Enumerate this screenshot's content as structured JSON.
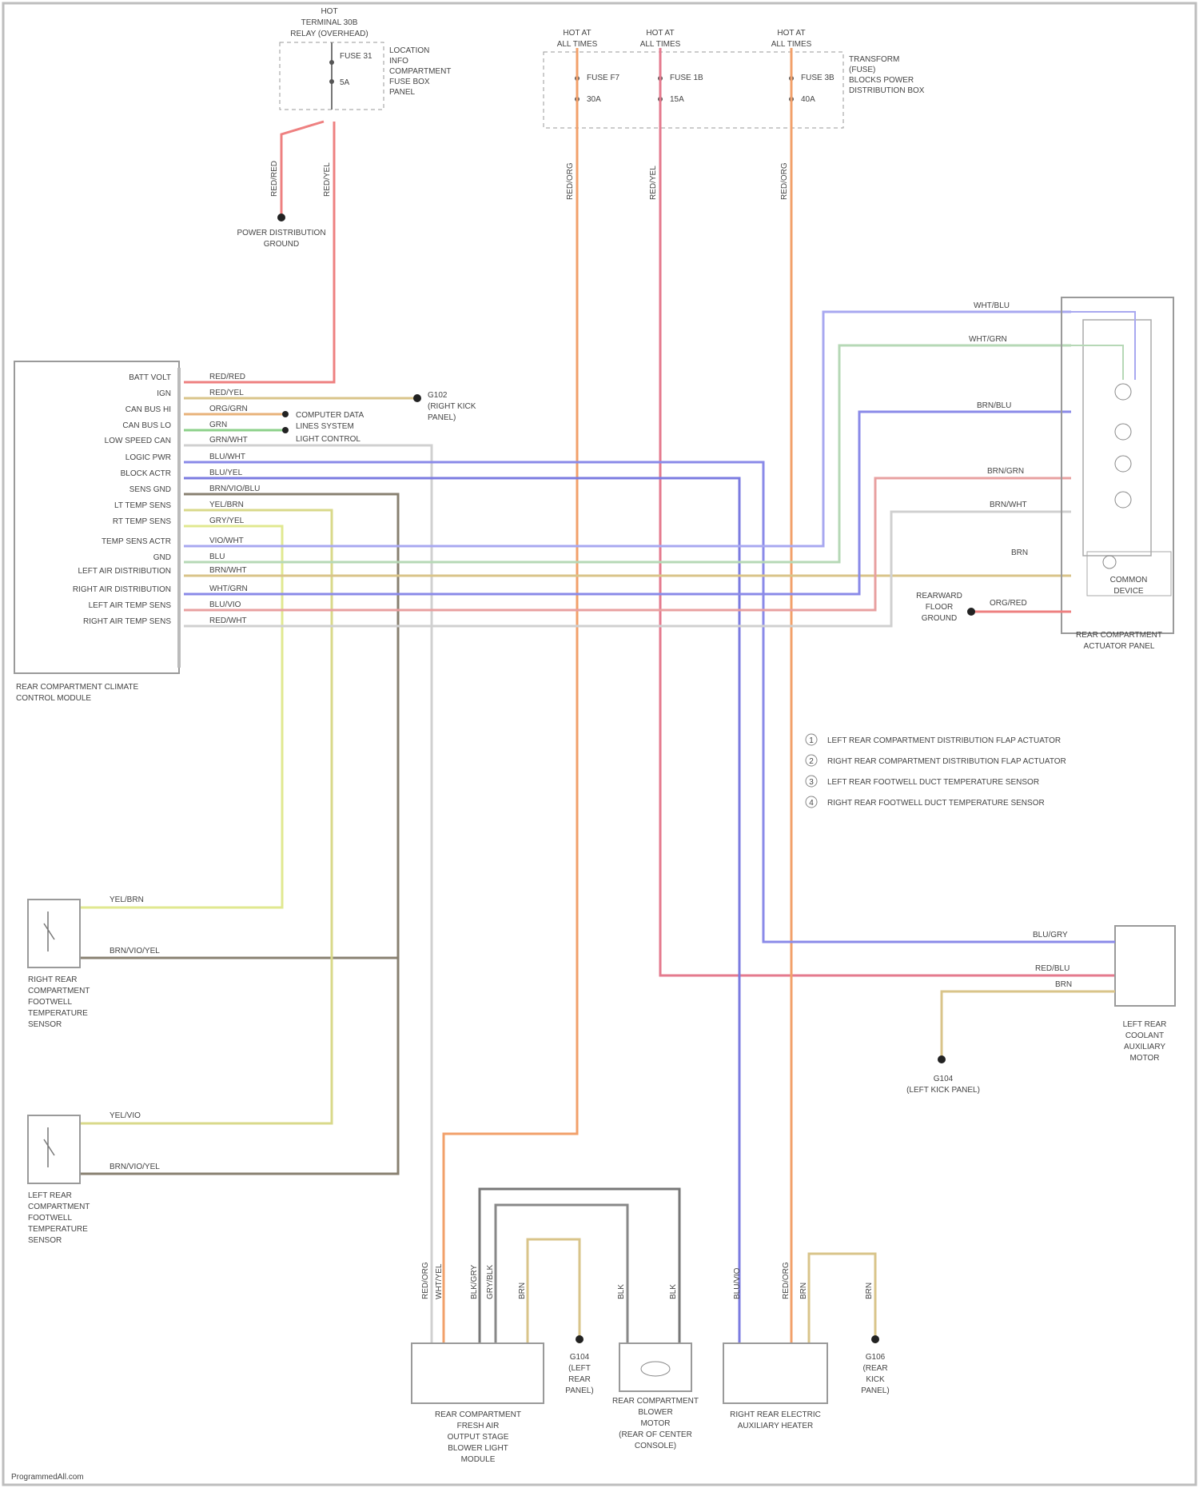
{
  "diagram": {
    "top_relay_box": {
      "title_lines": [
        "HOT",
        "TERMINAL 30B",
        "RELAY (OVERHEAD)"
      ],
      "fuse_lines": [
        "FUSE 31",
        "5A"
      ],
      "note_lines": [
        "LOCATION",
        "INFO",
        "COMPARTMENT",
        "FUSE BOX",
        "PANEL"
      ],
      "ground_lines": [
        "POWER DISTRIBUTION",
        "GROUND"
      ]
    },
    "top_fuses": [
      {
        "title_lines": [
          "HOT AT",
          "ALL TIMES"
        ],
        "fuse": "FUSE F7",
        "amps": "30A",
        "wire": "RED/ORG"
      },
      {
        "title_lines": [
          "HOT AT",
          "ALL TIMES"
        ],
        "fuse": "FUSE 1B",
        "amps": "15A",
        "wire": "RED/YEL"
      },
      {
        "title_lines": [
          "HOT AT",
          "ALL TIMES"
        ],
        "fuse": "FUSE 3B",
        "amps": "40A",
        "wire": "RED/ORG"
      }
    ],
    "fuse_box_label_lines": [
      "TRANSFORM",
      "(FUSE)",
      "BLOCKS POWER",
      "DISTRIBUTION BOX"
    ],
    "climate_module": {
      "label_lines": [
        "REAR COMPARTMENT CLIMATE",
        "CONTROL MODULE"
      ],
      "pins": [
        {
          "name": "BATT VOLT",
          "wire": "RED/RED"
        },
        {
          "name": "IGN",
          "wire": "RED/YEL"
        },
        {
          "name": "CAN BUS HI",
          "wire": "ORG/GRN"
        },
        {
          "name": "CAN BUS LO",
          "wire": "GRN"
        },
        {
          "name": "LOW SPEED CAN",
          "wire": "GRN/WHT"
        },
        {
          "name": "LOGIC PWR",
          "wire": "BLU/WHT"
        },
        {
          "name": "BLOCK ACTR",
          "wire": "BLU/YEL"
        },
        {
          "name": "SENS GND",
          "wire": "BRN/VIO/BLU"
        },
        {
          "name": "LT TEMP SENS",
          "wire": "YEL/BRN"
        },
        {
          "name": "RT TEMP SENS",
          "wire": "GRY/YEL"
        },
        {
          "name": "TEMP SENS ACTR",
          "wire": "VIO/WHT"
        },
        {
          "name": "GND",
          "wire": "BLU"
        },
        {
          "name": "LEFT AIR DISTRIBUTION",
          "wire": "BRN/WHT"
        },
        {
          "name": "RIGHT AIR DISTRIBUTION",
          "wire": "WHT/GRN"
        },
        {
          "name": "LEFT AIR TEMP SENS",
          "wire": "BLU/VIO"
        },
        {
          "name": "RIGHT AIR TEMP SENS",
          "wire": "RED/WHT"
        }
      ]
    },
    "ground_g102": {
      "lines": [
        "G102",
        "(RIGHT KICK",
        "PANEL)"
      ]
    },
    "splice_labels": [
      {
        "lines": [
          "COMPUTER DATA",
          "LINES SYSTEM"
        ]
      },
      {
        "lines": [
          "LIGHT CONTROL"
        ]
      }
    ],
    "actuator_panel": {
      "label_lines": [
        "REAR COMPARTMENT",
        "ACTUATOR PANEL"
      ],
      "wires": [
        "WHT/BLU",
        "WHT/GRN",
        "BRN/BLU",
        "BRN/GRN",
        "BRN/WHT",
        "BRN",
        "ORG/RED"
      ],
      "motor_lines": [
        "COMMON",
        "DEVICE"
      ]
    },
    "actuator_ground": {
      "lines": [
        "REARWARD",
        "FLOOR",
        "GROUND"
      ]
    },
    "legend": [
      {
        "num": "1",
        "text": "LEFT REAR COMPARTMENT DISTRIBUTION FLAP ACTUATOR"
      },
      {
        "num": "2",
        "text": "RIGHT REAR COMPARTMENT DISTRIBUTION FLAP ACTUATOR"
      },
      {
        "num": "3",
        "text": "LEFT REAR FOOTWELL DUCT TEMPERATURE SENSOR"
      },
      {
        "num": "4",
        "text": "RIGHT REAR FOOTWELL DUCT TEMPERATURE SENSOR"
      }
    ],
    "right_sensor": {
      "label_lines": [
        "RIGHT REAR",
        "COMPARTMENT",
        "FOOTWELL",
        "TEMPERATURE",
        "SENSOR"
      ],
      "wires": [
        "YEL/BRN",
        "BRN/VIO/YEL"
      ]
    },
    "left_sensor": {
      "label_lines": [
        "LEFT REAR",
        "COMPARTMENT",
        "FOOTWELL",
        "TEMPERATURE",
        "SENSOR"
      ],
      "wires": [
        "YEL/VIO",
        "BRN/VIO/YEL"
      ]
    },
    "blower_module": {
      "label_lines": [
        "LEFT REAR",
        "COOLANT",
        "AUXILIARY",
        "MOTOR"
      ],
      "wires": [
        "BLU/GRY",
        "RED/BLU",
        "BRN"
      ],
      "ground_lines": [
        "G104",
        "(LEFT KICK PANEL)"
      ]
    },
    "bottom_left_box": {
      "label_lines": [
        "REAR COMPARTMENT",
        "FRESH AIR",
        "OUTPUT STAGE",
        "BLOWER LIGHT",
        "MODULE"
      ],
      "wires": [
        "RED/ORG",
        "WHT/YEL",
        "BLK/GRY",
        "GRY/BLK",
        "BRN"
      ]
    },
    "bottom_ground_1": {
      "lines": [
        "G104",
        "(LEFT",
        "REAR",
        "PANEL)"
      ]
    },
    "bottom_blower": {
      "label_lines": [
        "REAR COMPARTMENT",
        "BLOWER",
        "MOTOR",
        "(REAR OF CENTER",
        "CONSOLE)"
      ],
      "wires": [
        "BLK",
        "BLK"
      ]
    },
    "bottom_right_box": {
      "label_lines": [
        "RIGHT REAR ELECTRIC",
        "AUXILIARY HEATER"
      ],
      "wires": [
        "BLU/VIO",
        "RED/ORG",
        "BRN"
      ]
    },
    "bottom_ground_2": {
      "lines": [
        "G106",
        "(REAR",
        "KICK",
        "PANEL)"
      ]
    },
    "footer": "ProgrammedAll.com"
  }
}
